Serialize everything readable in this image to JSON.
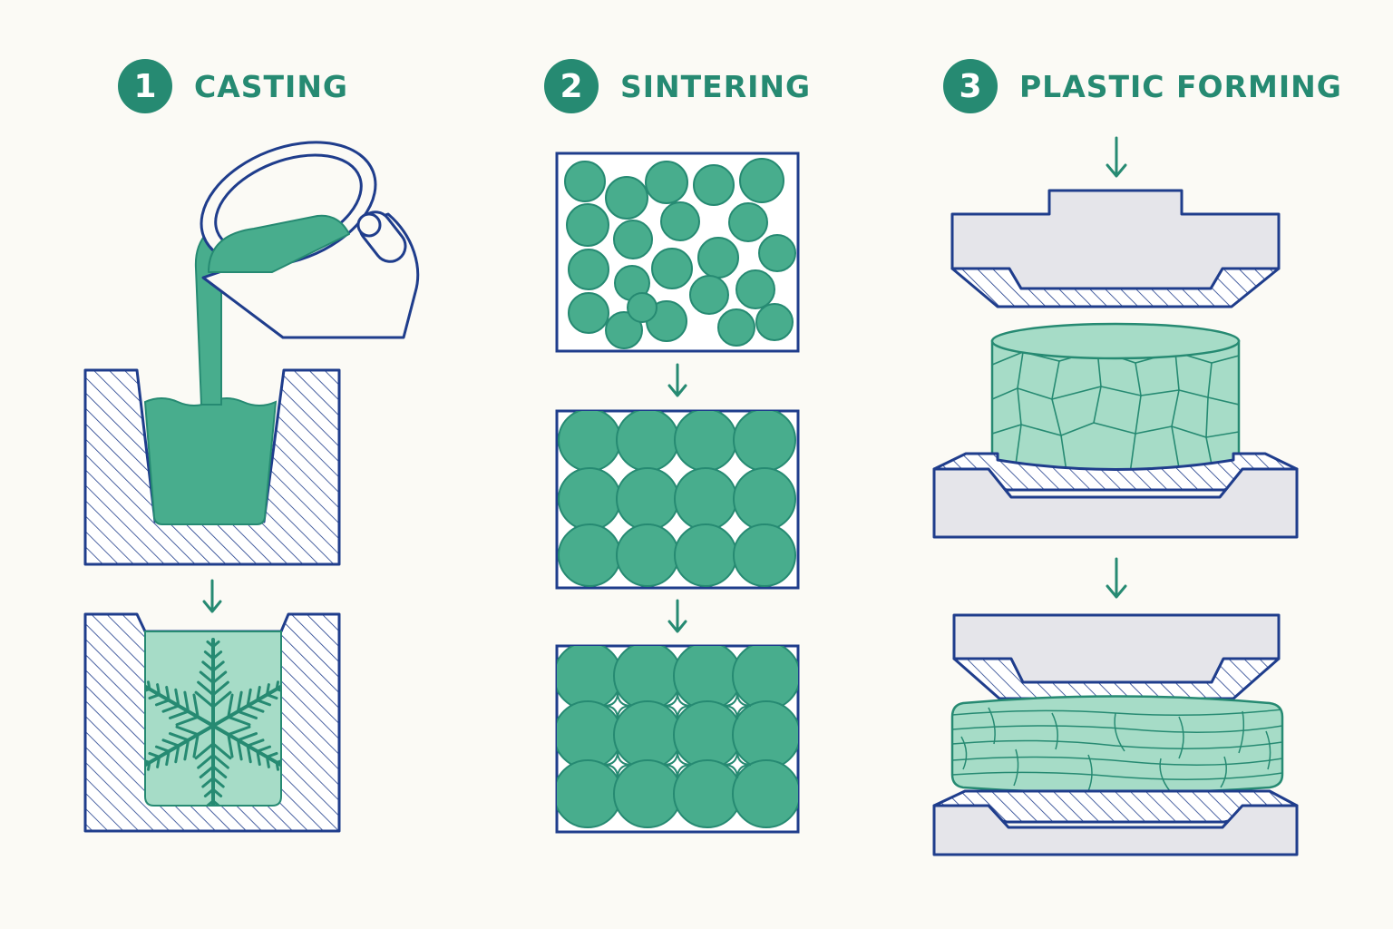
{
  "colors": {
    "teal": "#268a72",
    "fill": "#48ad8d",
    "light": "#a6dcc7",
    "outline": "#1f3d8c",
    "steel": "#e5e5ea",
    "background": "#fbfaf5"
  },
  "steps": [
    {
      "number": "1",
      "label": "CASTING"
    },
    {
      "number": "2",
      "label": "SINTERING"
    },
    {
      "number": "3",
      "label": "PLASTIC FORMING"
    }
  ],
  "icons": [
    "ladle-icon",
    "dendrite-icon",
    "arrow-down-icon",
    "press-die-icon"
  ]
}
